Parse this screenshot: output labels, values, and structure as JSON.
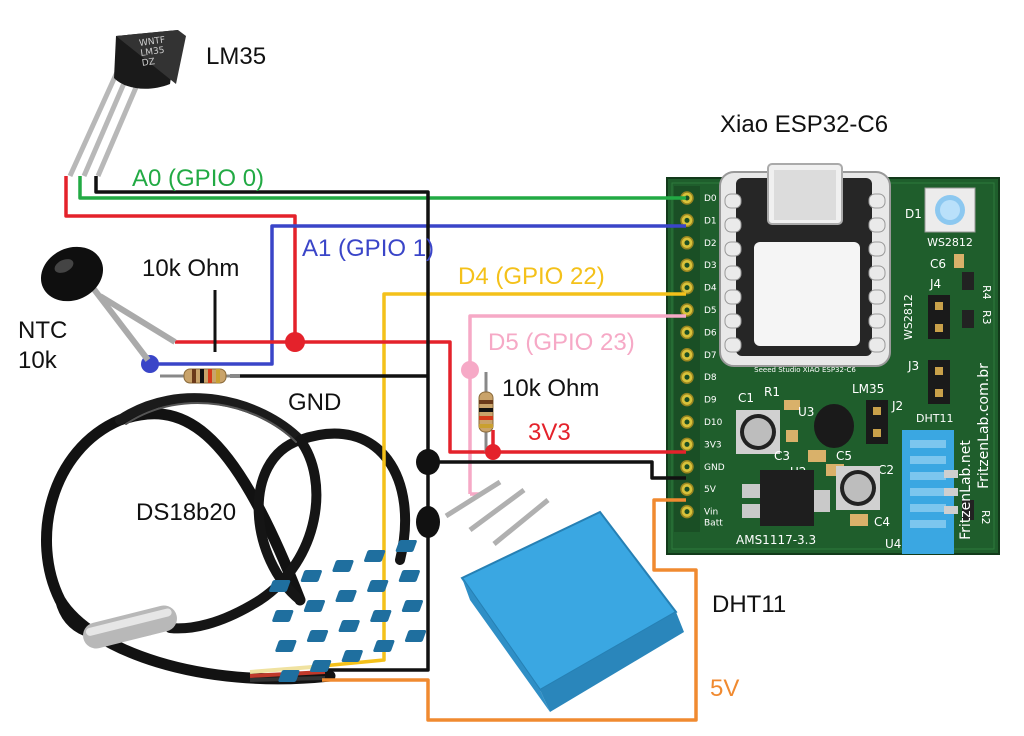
{
  "labels": {
    "lm35": "LM35",
    "board": "Xiao ESP32-C6",
    "ntc_line1": "NTC",
    "ntc_line2": "10k",
    "r1": "10k Ohm",
    "r2": "10k Ohm",
    "gnd": "GND",
    "ds18b20": "DS18b20",
    "dht11": "DHT11",
    "v5": "5V",
    "v3v3": "3V3",
    "a0": "A0 (GPIO 0)",
    "a1": "A1 (GPIO 1)",
    "d4": "D4 (GPIO 22)",
    "d5": "D5 (GPIO 23)"
  },
  "transistor_marking": [
    "WNTF",
    "LM35",
    "DZ"
  ],
  "pcb": {
    "pins": [
      "D0",
      "D1",
      "D2",
      "D3",
      "D4",
      "D5",
      "D6",
      "D7",
      "D8",
      "D9",
      "D10",
      "3V3",
      "GND",
      "5V",
      "Vin",
      "Batt"
    ],
    "module_label": "Seeed Studio XIAO ESP32-C6",
    "silk": {
      "ws2812_top": "WS2812",
      "ws2812_side": "WS2812",
      "d1": "D1",
      "c6": "C6",
      "r4": "R4",
      "r3": "R3",
      "j4": "J4",
      "j3": "J3",
      "lm35": "LM35",
      "r1": "R1",
      "c1": "C1",
      "u3": "U3",
      "j2": "J2",
      "dht11": "DHT11",
      "c3": "C3",
      "u2": "U2",
      "c5": "C5",
      "c2": "C2",
      "c4": "C4",
      "r2": "R2",
      "u4": "U4",
      "ams": "AMS1117-3.3",
      "brand1": "FritzenLab.net",
      "brand2": "FritzenLab.com.br"
    }
  },
  "colors": {
    "a0": "#22aa44",
    "a1": "#3a45c8",
    "d4": "#f4c11a",
    "d5": "#f6a9c6",
    "v3v3": "#e4222b",
    "gnd": "#111111",
    "v5": "#f08a30",
    "pcb": "#1f5e2c",
    "sensor_blue": "#3aa7e2"
  }
}
